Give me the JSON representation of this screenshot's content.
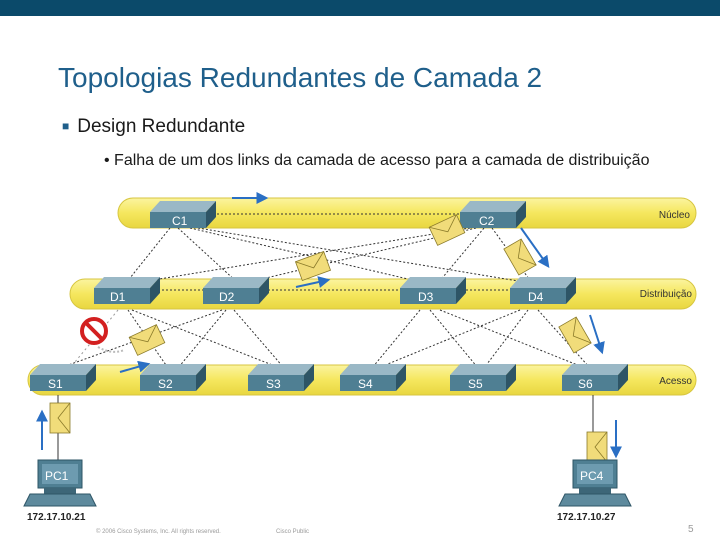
{
  "slide": {
    "title": "Topologias Redundantes de Camada 2",
    "bullet1": "Design Redundante",
    "bullet2": "• Falha de um dos links da camada de acesso para a camada de distribuição",
    "footer_copyright": "© 2006 Cisco Systems, Inc. All rights reserved.",
    "footer_public": "Cisco Public",
    "page_number": "5",
    "colors": {
      "topbar": "#0b4a6a",
      "title": "#1f5f8b",
      "band": "#f7ec6a",
      "switch": "#4f7f93",
      "arrow": "#2a6fc4",
      "envelope": "#f1dc7a"
    }
  },
  "diagram": {
    "layers": [
      {
        "id": "core",
        "label": "Núcleo"
      },
      {
        "id": "dist",
        "label": "Distribuição"
      },
      {
        "id": "access",
        "label": "Acesso"
      }
    ],
    "switches": {
      "C1": "C1",
      "C2": "C2",
      "D1": "D1",
      "D2": "D2",
      "D3": "D3",
      "D4": "D4",
      "S1": "S1",
      "S2": "S2",
      "S3": "S3",
      "S4": "S4",
      "S5": "S5",
      "S6": "S6"
    },
    "pcs": [
      {
        "label": "PC1",
        "ip": "172.17.10.21"
      },
      {
        "label": "PC4",
        "ip": "172.17.10.27"
      }
    ],
    "failure_icon": "no-entry-icon"
  }
}
